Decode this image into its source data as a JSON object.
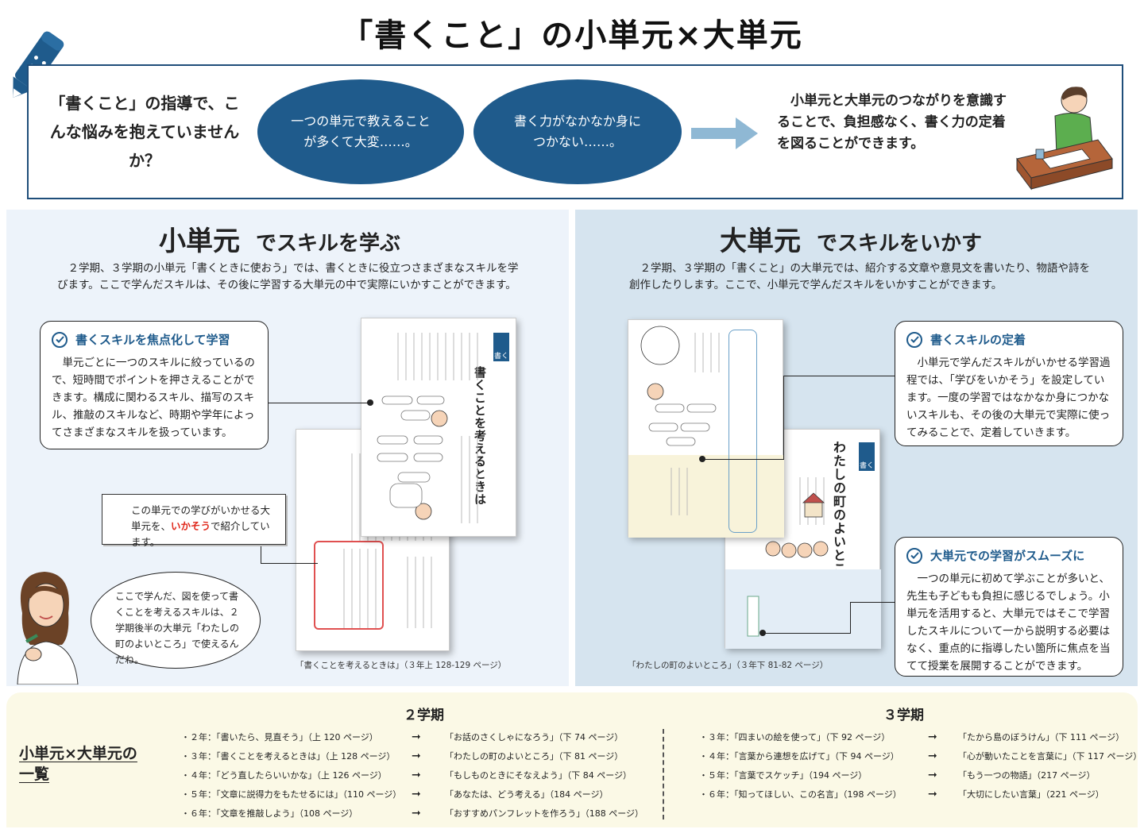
{
  "title": "「書くこと」の小単元×大単元",
  "intro": {
    "question": "「書くこと」の指導で、こんな悩みを抱えていませんか？",
    "worries": [
      "一つの単元で教えることが多くて大変……。",
      "書く力がなかなか身につかない……。"
    ],
    "solution": "小単元と大単元のつながりを意識することで、負担感なく、書く力の定着を図ることができます。"
  },
  "left": {
    "heading_big": "小単元",
    "heading_small": "でスキルを学ぶ",
    "intro": "２学期、３学期の小単元「書くときに使おう」では、書くときに役立つさまざまなスキルを学びます。ここで学んだスキルは、その後に学習する大単元の中で実際にいかすことができます。",
    "card_title": "書くスキルを焦点化して学習",
    "card_body": "単元ごとに一つのスキルに絞っているので、短時間でポイントを押さえることができます。構成に関わるスキル、描写のスキル、推敲のスキルなど、時期や学年によってさまざまなスキルを扱っています。",
    "note_before": "この単元での学びがいかせる大単元を、",
    "note_red": "いかそう",
    "note_after": "で紹介しています。",
    "speech": "ここで学んだ、図を使って書くことを考えるスキルは、２学期後半の大単元「わたしの町のよいところ」で使えるんだね。",
    "page_title": "書くことを考えるときは",
    "page_tag": "書く",
    "caption": "「書くことを考えるときは」（３年上 128-129 ページ）"
  },
  "right": {
    "heading_big": "大単元",
    "heading_small": "でスキルをいかす",
    "intro": "２学期、３学期の「書くこと」の大単元では、紹介する文章や意見文を書いたり、物語や詩を創作したりします。ここで、小単元で学んだスキルをいかすことができます。",
    "card1_title": "書くスキルの定着",
    "card1_body": "小単元で学んだスキルがいかせる学習過程では、「学びをいかそう」を設定しています。一度の学習ではなかなか身につかないスキルも、その後の大単元で実際に使ってみることで、定着していきます。",
    "card2_title": "大単元での学習がスムーズに",
    "card2_body": "一つの単元に初めて学ぶことが多いと、先生も子どもも負担に感じるでしょう。小単元を活用すると、大単元ではそこで学習したスキルについて一から説明する必要はなく、重点的に指導したい箇所に焦点を当てて授業を展開することができます。",
    "page_title": "わたしの町のよいところ",
    "page_tag": "書く",
    "caption": "「わたしの町のよいところ」（３年下 81-82 ページ）"
  },
  "overview": {
    "label_line1": "小単元×大単元の",
    "label_line2": "一覧",
    "term2": {
      "heading": "２学期",
      "rows": [
        {
          "from": "・２年：「書いたら、見直そう」（上 120 ページ）",
          "to": "「お話のさくしゃになろう」（下 74 ページ）"
        },
        {
          "from": "・３年：「書くことを考えるときは」（上 128 ページ）",
          "to": "「わたしの町のよいところ」（下 81 ページ）"
        },
        {
          "from": "・４年：「どう直したらいいかな」（上 126 ページ）",
          "to": "「もしものときにそなえよう」（下 84 ページ）"
        },
        {
          "from": "・５年：「文章に説得力をもたせるには」（110 ページ）",
          "to": "「あなたは、どう考える」（184 ページ）"
        },
        {
          "from": "・６年：「文章を推敲しよう」（108 ページ）",
          "to": "「おすすめパンフレットを作ろう」（188 ページ）"
        }
      ]
    },
    "term3": {
      "heading": "３学期",
      "rows": [
        {
          "from": "・３年：「四まいの絵を使って」（下 92 ページ）",
          "to": "「たから島のぼうけん」（下 111 ページ）"
        },
        {
          "from": "・４年：「言葉から連想を広げて」（下 94 ページ）",
          "to": "「心が動いたことを言葉に」（下 117 ページ）"
        },
        {
          "from": "・５年：「言葉でスケッチ」（194 ページ）",
          "to": "「もう一つの物語」（217 ページ）"
        },
        {
          "from": "・６年：「知ってほしい、この名言」（198 ページ）",
          "to": "「大切にしたい言葉」（221 ページ）"
        }
      ]
    },
    "arrow": "➞"
  },
  "colors": {
    "navy": "#1f5b8c",
    "accent_red": "#e0291c",
    "left_bg": "#edf3fa",
    "right_bg": "#d6e4ef",
    "bottom_bg": "#fbf9e6"
  }
}
